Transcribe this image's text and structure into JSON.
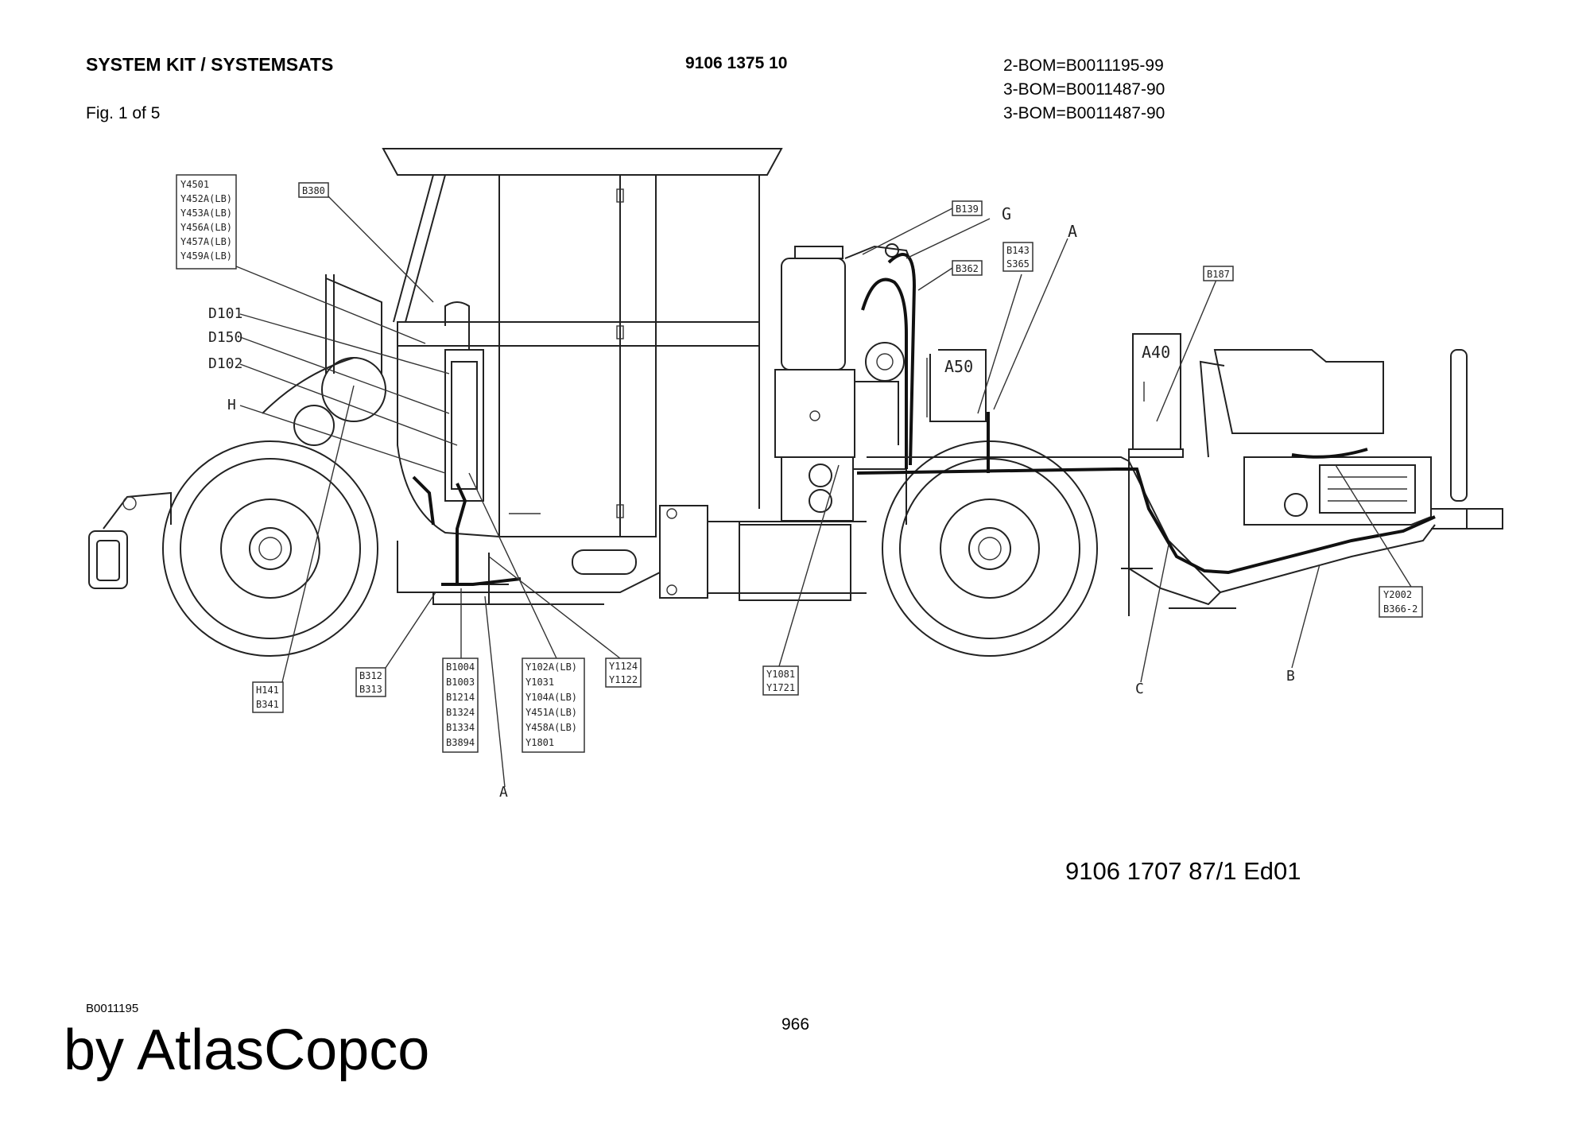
{
  "header": {
    "title": "SYSTEM KIT / SYSTEMSATS",
    "figure": "Fig. 1 of 5",
    "part_number": "9106 1375 10",
    "bom_lines": [
      "2-BOM=B0011195-99",
      "3-BOM=B0011487-90",
      "3-BOM=B0011487-90"
    ]
  },
  "footer": {
    "document_number": "9106 1707 87/1  Ed01",
    "drawing_code": "B0011195",
    "page_number": "966",
    "brand": "by AtlasCopco"
  },
  "diagram": {
    "labels": {
      "y_group_top": [
        "Y4501",
        "Y452A(LB)",
        "Y453A(LB)",
        "Y456A(LB)",
        "Y457A(LB)",
        "Y459A(LB)"
      ],
      "b380": "B380",
      "d101": "D101",
      "d150": "D150",
      "d102": "D102",
      "h": "H",
      "b139": "B139",
      "g": "G",
      "b362": "B362",
      "b143_s365": [
        "B143",
        "S365"
      ],
      "a_top": "A",
      "b187": "B187",
      "a50": "A50",
      "a40": "A40",
      "h141_b341": [
        "H141",
        "B341"
      ],
      "b312_b313": [
        "B312",
        "B313"
      ],
      "b_group": [
        "B1004",
        "B1003",
        "B1214",
        "B1324",
        "B1334",
        "B3894"
      ],
      "y_group_bottom": [
        "Y102A(LB)",
        "Y1031",
        "Y104A(LB)",
        "Y451A(LB)",
        "Y458A(LB)",
        "Y1801"
      ],
      "y1124_y1122": [
        "Y1124",
        "Y1122"
      ],
      "y1081_y1721": [
        "Y1081",
        "Y1721"
      ],
      "y2002_b366": [
        "Y2002",
        "B366-2"
      ],
      "a_bottom": "A",
      "c": "C",
      "b": "B"
    }
  }
}
